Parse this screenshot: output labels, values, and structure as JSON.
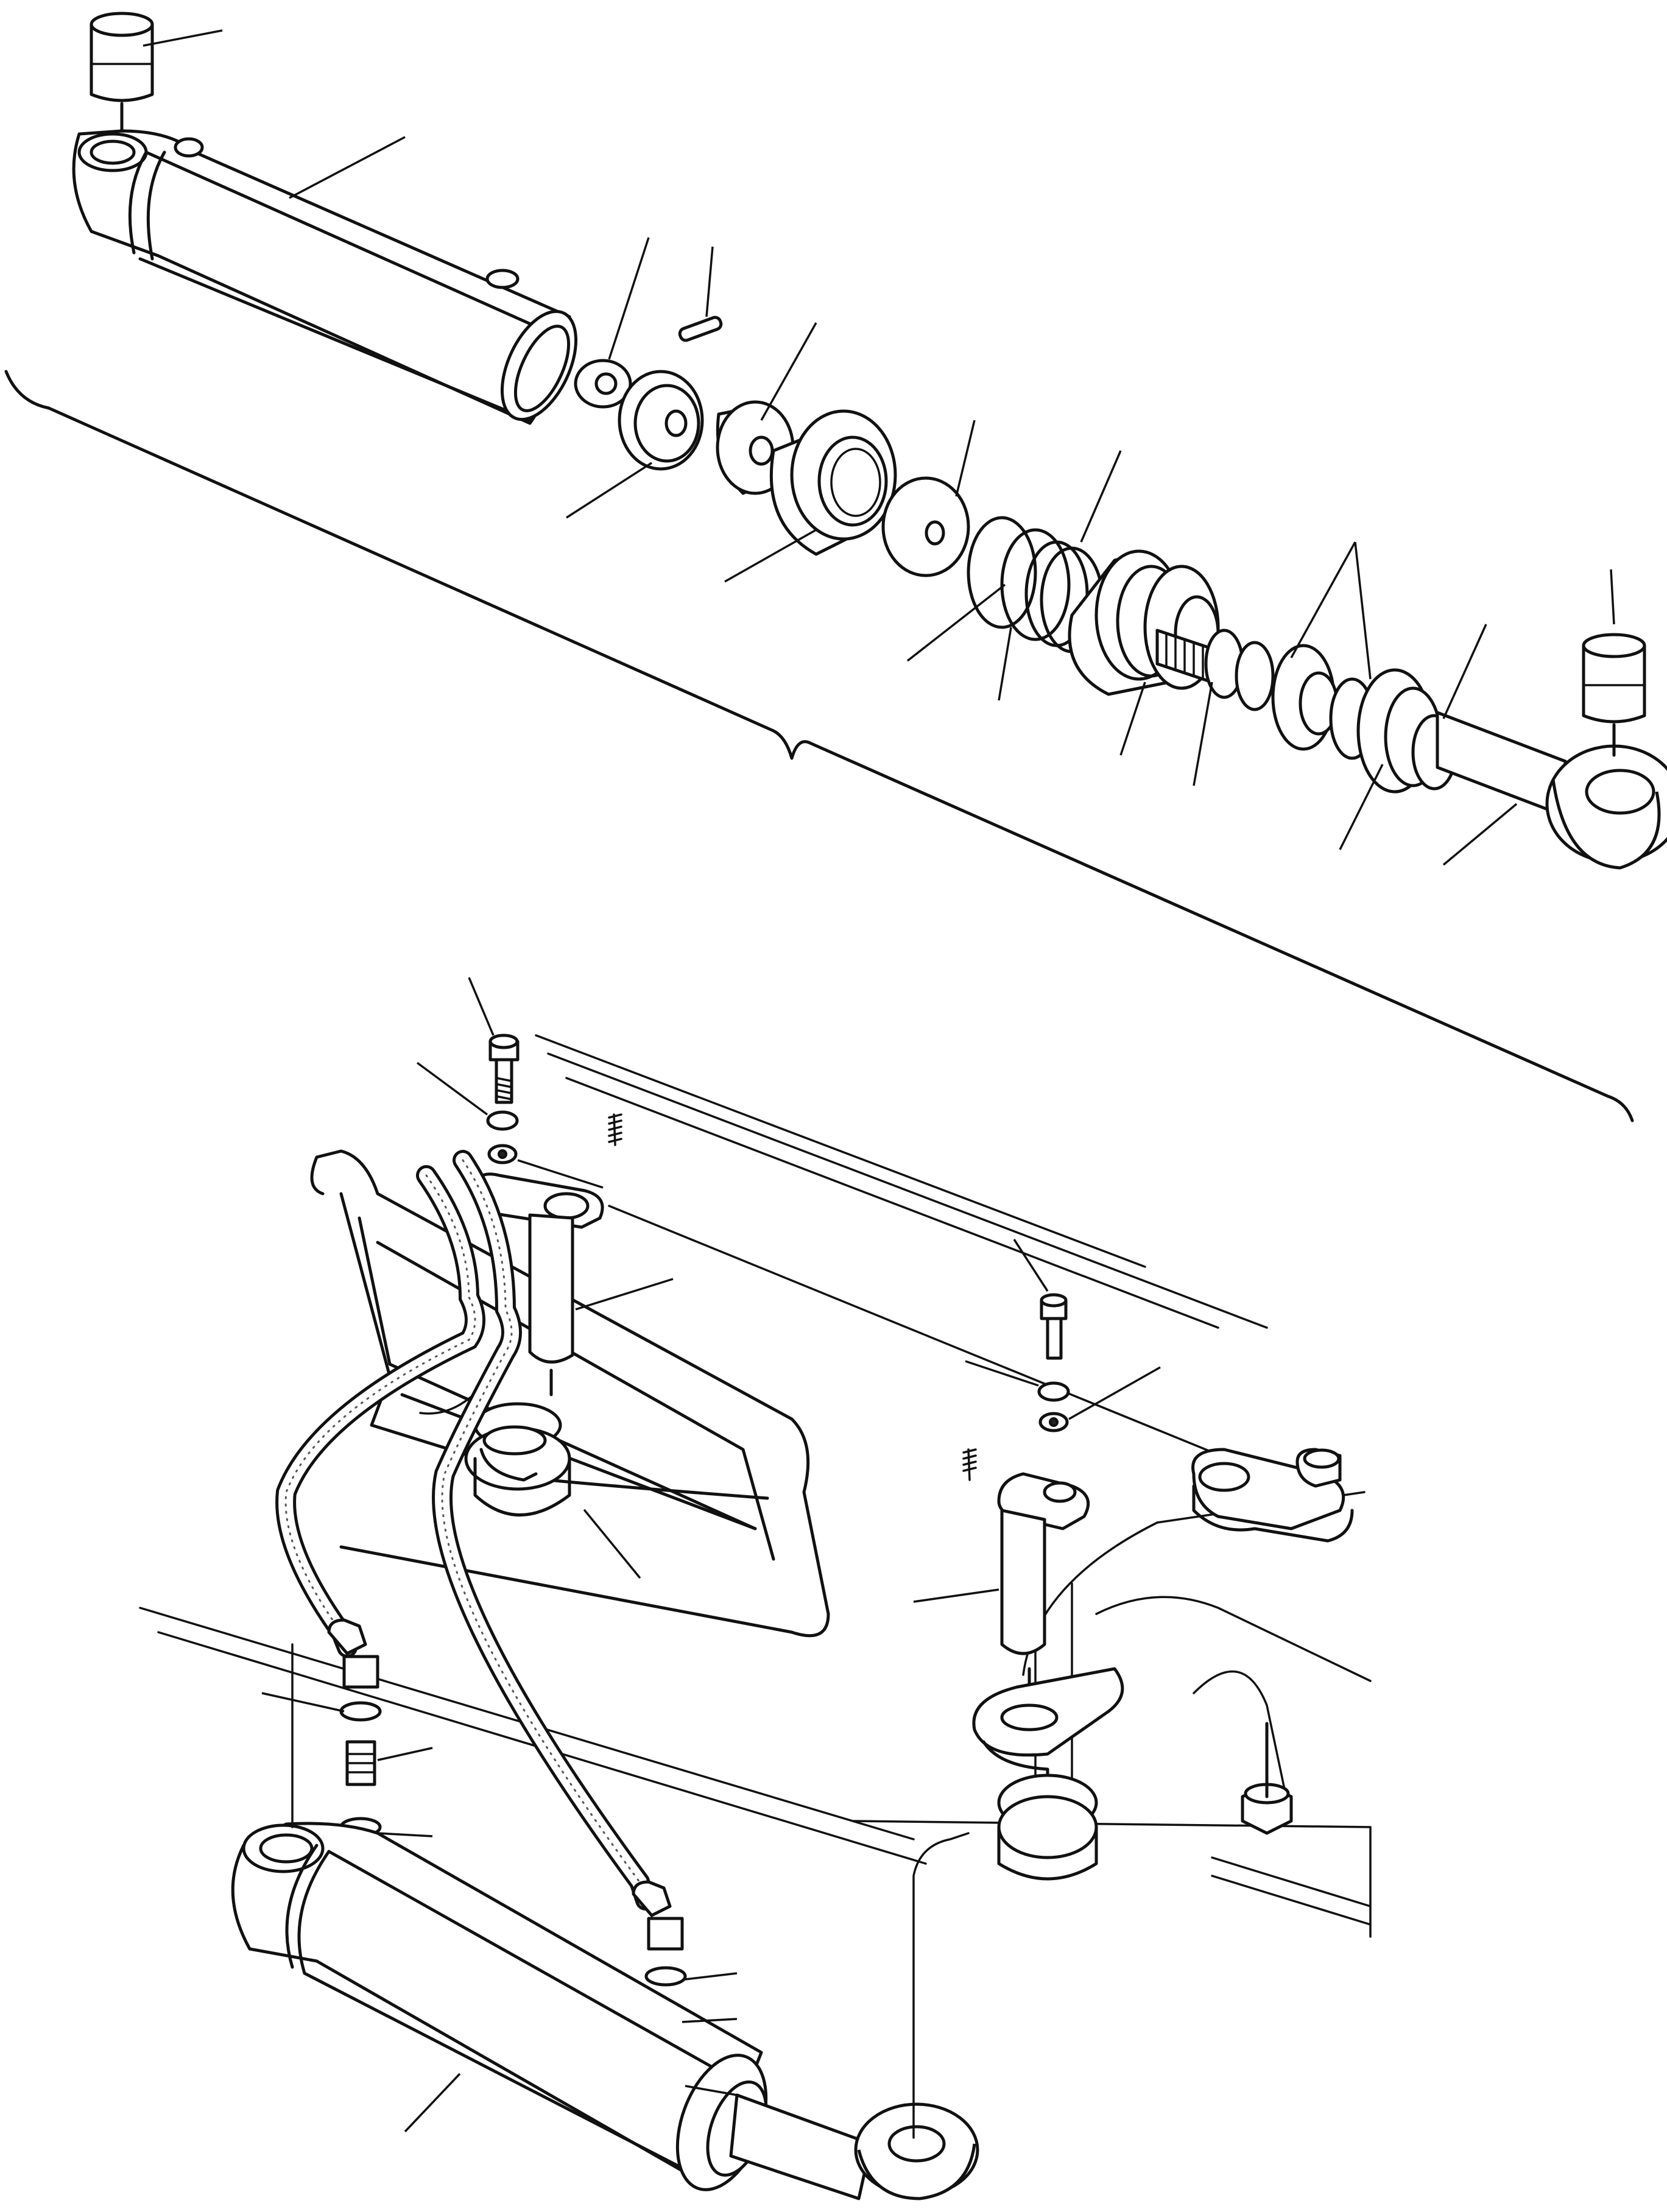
{
  "figure": {
    "type": "exploded-parts-diagram",
    "upper_view": "steering-cylinder-exploded",
    "lower_view": "cylinder-mounting-on-axle",
    "label_numbers_printed": false,
    "line_color": "#111111",
    "background": "#ffffff"
  }
}
